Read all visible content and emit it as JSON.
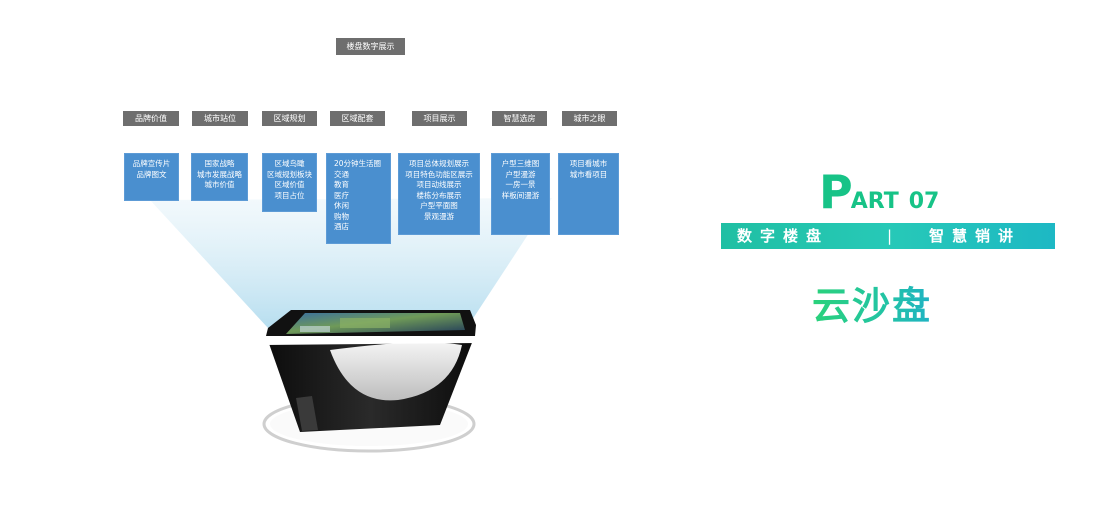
{
  "diagram": {
    "root": "楼盘数字展示",
    "categories": [
      {
        "label": "品牌价值",
        "items": [
          "品牌宣传片",
          "品牌图文"
        ]
      },
      {
        "label": "城市站位",
        "items": [
          "国家战略",
          "城市发展战略",
          "城市价值"
        ]
      },
      {
        "label": "区域规划",
        "items": [
          "区域鸟瞰",
          "区域规划板块",
          "区域价值",
          "项目占位"
        ]
      },
      {
        "label": "区域配套",
        "items": [
          "20分钟生活圈",
          "交通",
          "教育",
          "医疗",
          "休闲",
          "购物",
          "酒店"
        ]
      },
      {
        "label": "项目展示",
        "items": [
          "项目总体规划展示",
          "项目特色功能区展示",
          "项目动线展示",
          "楼栋分布展示",
          "户型平面图",
          "景观漫游"
        ]
      },
      {
        "label": "智慧选房",
        "items": [
          "户型三维图",
          "户型漫游",
          "一房一景",
          "样板间漫游"
        ]
      },
      {
        "label": "城市之眼",
        "items": [
          "项目看城市",
          "城市看项目"
        ]
      }
    ]
  },
  "part": {
    "letter": "P",
    "word": "ART",
    "number": "07"
  },
  "banner": {
    "left": "数字楼盘",
    "separator": "|",
    "right": "智慧销讲"
  },
  "product_name": "云沙盘",
  "colors": {
    "box_gray": "#6e6e6e",
    "detail_blue": "#4a8fcf",
    "accent_green": "#17c387",
    "banner_teal": "#22c2b0"
  }
}
